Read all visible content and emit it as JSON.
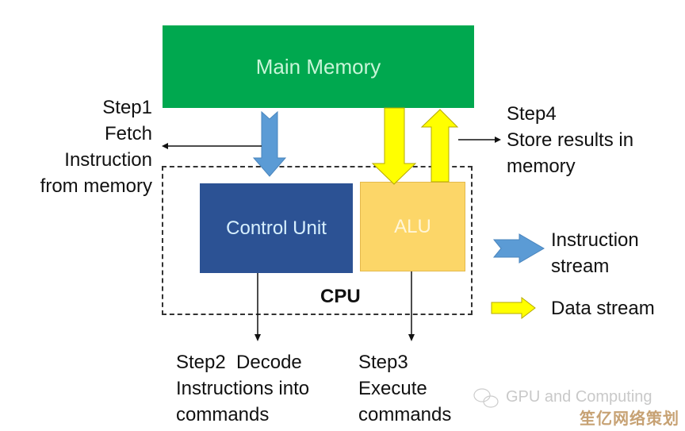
{
  "diagram": {
    "main_memory": "Main Memory",
    "control_unit": "Control Unit",
    "alu": "ALU",
    "cpu": "CPU",
    "step1": "Step1\nFetch\nInstruction\nfrom memory",
    "step2": "Step2  Decode\nInstructions into\ncommands",
    "step3": "Step3\nExecute\ncommands",
    "step4": "Step4\nStore results in\nmemory",
    "legend": {
      "instruction_stream": "Instruction\nstream",
      "data_stream": "Data stream"
    },
    "colors": {
      "main_memory": "#00a84f",
      "control_unit": "#2c5294",
      "alu": "#fcd668",
      "instruction_arrow": "#5b9bd5",
      "data_arrow": "#ffff00"
    }
  },
  "watermark": {
    "english": "GPU and Computing",
    "chinese": "笙亿网络策划"
  }
}
